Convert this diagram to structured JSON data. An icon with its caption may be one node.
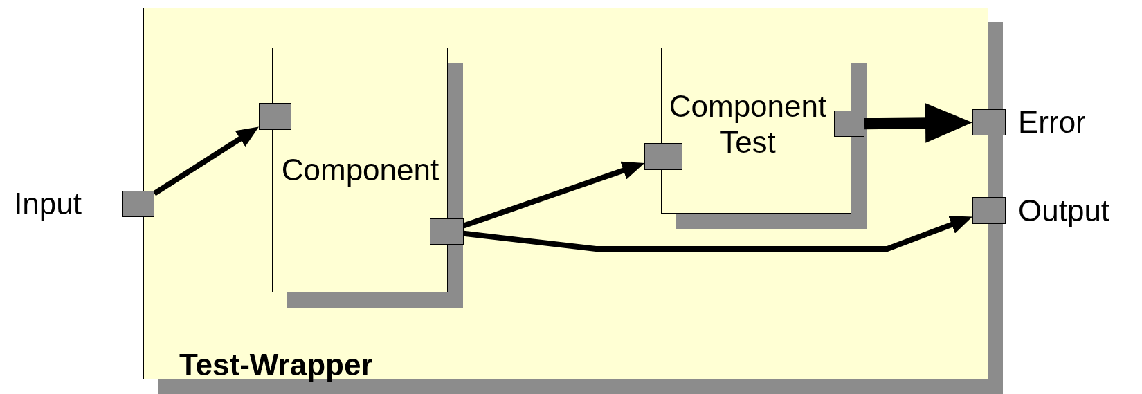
{
  "diagram": {
    "nodes": [
      {
        "text": [
          "Test-Wrapper"
        ]
      },
      {
        "text": [
          "Component"
        ],
        "in": 0
      },
      {
        "text": [
          "Component Test"
        ],
        "in": 0
      },
      {
        "text": [],
        "shape": "box",
        "beside": [
          "Input"
        ]
      },
      {
        "text": [],
        "shape": "box",
        "in": 0
      },
      {
        "text": [],
        "shape": "box",
        "in": 0
      },
      {
        "text": [],
        "shape": "box",
        "in": 0
      },
      {
        "text": [],
        "shape": "box",
        "in": 0
      },
      {
        "text": [],
        "shape": "box",
        "beside": [
          "Error"
        ]
      },
      {
        "text": [],
        "shape": "box",
        "beside": [
          "Output"
        ]
      }
    ],
    "edges": [
      {
        "from": 3,
        "to": 4,
        "arrow": "to"
      },
      {
        "from": 5,
        "to": 6,
        "arrow": "to"
      },
      {
        "from": 5,
        "to": 9,
        "arrow": "to"
      },
      {
        "from": 7,
        "to": 8,
        "arrow": "to",
        "style": "thick"
      }
    ]
  }
}
